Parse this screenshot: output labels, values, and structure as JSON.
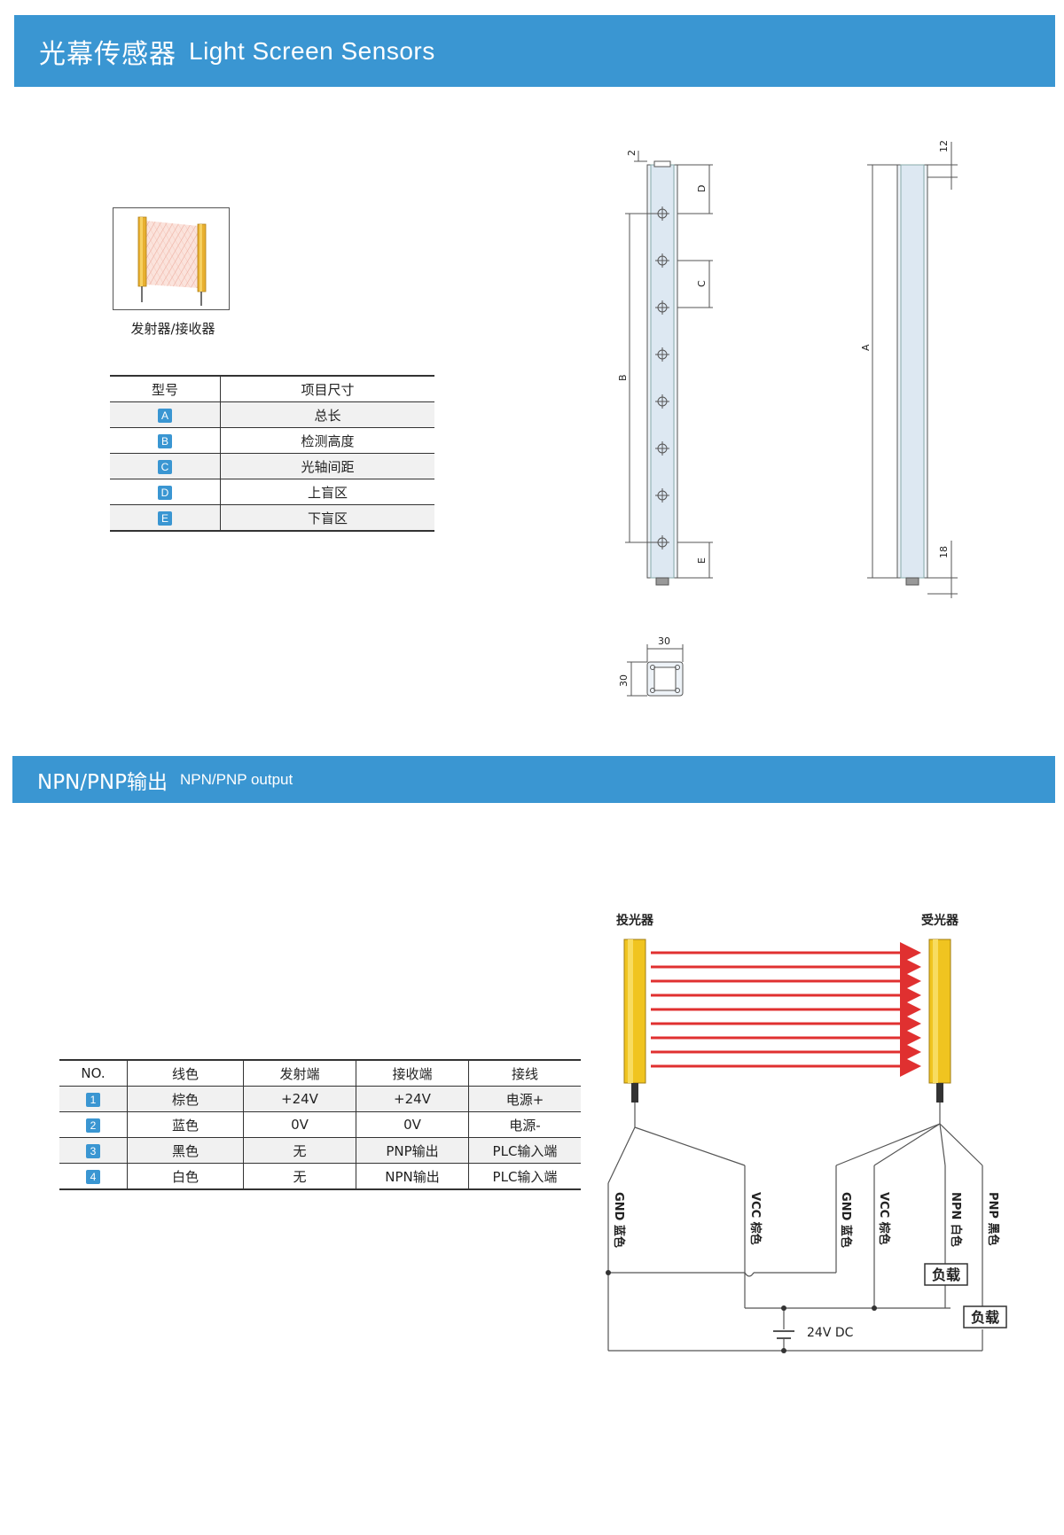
{
  "header1": {
    "title_zh": "光幕传感器",
    "title_en": "Light Screen Sensors"
  },
  "product": {
    "caption": "发射器/接收器"
  },
  "dim_table": {
    "headers": [
      "型号",
      "项目尺寸"
    ],
    "rows": [
      {
        "code": "A",
        "item": "总长"
      },
      {
        "code": "B",
        "item": "检测高度"
      },
      {
        "code": "C",
        "item": "光轴间距"
      },
      {
        "code": "D",
        "item": "上盲区"
      },
      {
        "code": "E",
        "item": "下盲区"
      }
    ]
  },
  "drawing": {
    "labels": {
      "A": "A",
      "B": "B",
      "C": "C",
      "D": "D",
      "E": "E"
    },
    "dims": {
      "top_left": "2",
      "top_right": "12",
      "bottom_right": "18",
      "section_w": "30",
      "section_h": "30"
    }
  },
  "header2": {
    "title_zh": "NPN/PNP输出",
    "title_en": "NPN/PNP output"
  },
  "wire_table": {
    "headers": [
      "NO.",
      "线色",
      "发射端",
      "接收端",
      "接线"
    ],
    "rows": [
      {
        "no": "1",
        "color": "棕色",
        "emitter": "+24V",
        "receiver": "+24V",
        "wiring": "电源+"
      },
      {
        "no": "2",
        "color": "蓝色",
        "emitter": "0V",
        "receiver": "0V",
        "wiring": "电源-"
      },
      {
        "no": "3",
        "color": "黑色",
        "emitter": "无",
        "receiver": "PNP输出",
        "wiring": "PLC输入端"
      },
      {
        "no": "4",
        "color": "白色",
        "emitter": "无",
        "receiver": "NPN输出",
        "wiring": "PLC输入端"
      }
    ]
  },
  "circuit": {
    "emitter_label": "投光器",
    "receiver_label": "受光器",
    "wire_labels": [
      "GND 蓝色",
      "VCC 棕色",
      "GND 蓝色",
      "VCC 棕色",
      "NPN 白色",
      "PNP 黑色"
    ],
    "load_label": "负载",
    "supply_label": "24V DC"
  }
}
